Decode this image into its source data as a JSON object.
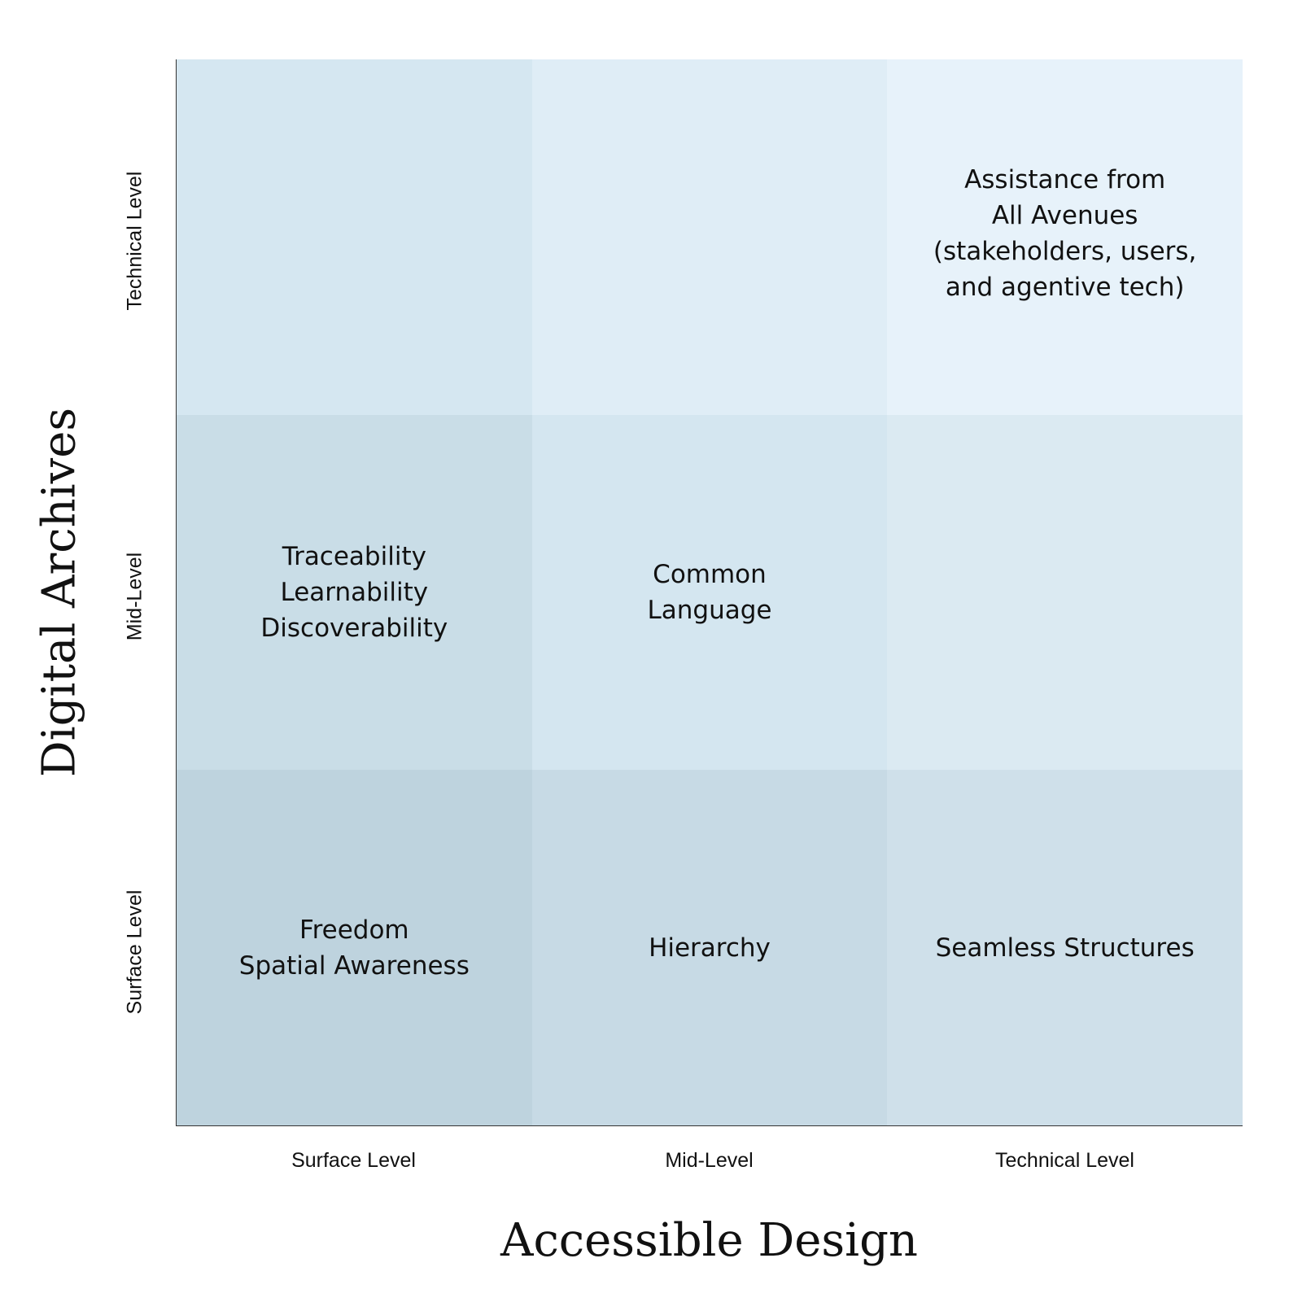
{
  "axes": {
    "x_title": "Accessible Design",
    "y_title": "Digital Archives",
    "x_levels": [
      "Surface Level",
      "Mid-Level",
      "Technical Level"
    ],
    "y_levels": [
      "Technical Level",
      "Mid-Level",
      "Surface Level"
    ]
  },
  "grid": {
    "rows": [
      {
        "cells": [
          {
            "text": "",
            "color": "#d5e7f1"
          },
          {
            "text": "",
            "color": "#dfedf6"
          },
          {
            "text": "Assistance from\nAll Avenues\n(stakeholders, users,\nand agentive tech)",
            "color": "#e7f2fa"
          }
        ]
      },
      {
        "cells": [
          {
            "text": "Traceability\nLearnability\nDiscoverability",
            "color": "#c9dde7"
          },
          {
            "text": "Common\nLanguage",
            "color": "#d4e6f0"
          },
          {
            "text": "",
            "color": "#dbeaf2"
          }
        ]
      },
      {
        "cells": [
          {
            "text": "Freedom\nSpatial Awareness",
            "color": "#bed3de"
          },
          {
            "text": "Hierarchy",
            "color": "#c7dae5"
          },
          {
            "text": "Seamless Structures",
            "color": "#cfe0ea"
          }
        ]
      }
    ]
  }
}
